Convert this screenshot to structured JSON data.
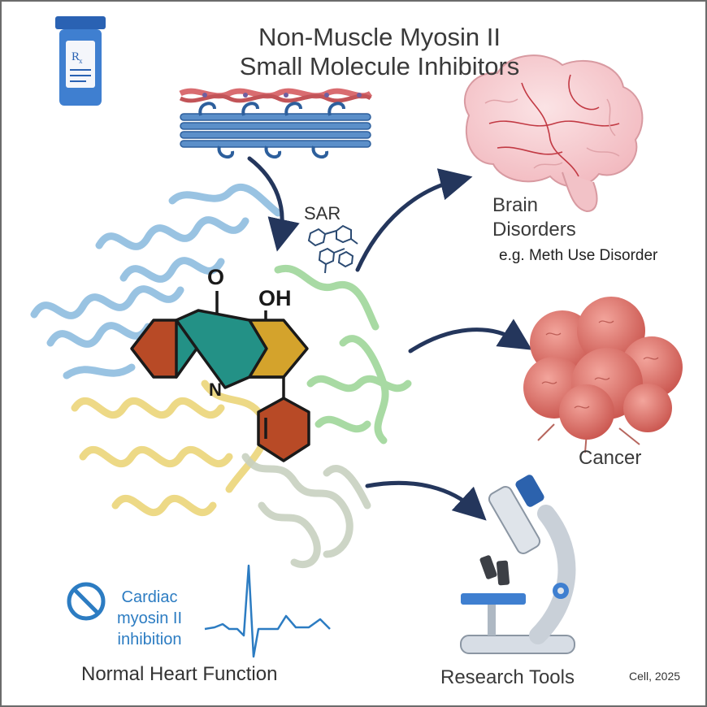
{
  "title": {
    "line1": "Non-Muscle Myosin II",
    "line2": "Small Molecule Inhibitors"
  },
  "sar_label": "SAR",
  "applications": {
    "brain": {
      "line1": "Brain",
      "line2": "Disorders",
      "example": "e.g. Meth Use Disorder"
    },
    "cancer": {
      "label": "Cancer"
    },
    "research": {
      "label": "Research Tools"
    }
  },
  "cardiac": {
    "line1": "Cardiac",
    "line2": "myosin II",
    "line3": "inhibition",
    "caption": "Normal Heart Function"
  },
  "molecule": {
    "oxo": "O",
    "hydroxyl": "OH",
    "nitrogen": "N"
  },
  "citation": "Cell, 2025",
  "icons": [
    "pill-bottle-icon",
    "myosin-filament-icon",
    "brain-icon",
    "tumor-icon",
    "microscope-icon",
    "no-sign-icon",
    "ecg-trace-icon"
  ],
  "colors": {
    "arrow": "#24365c",
    "cardiac_text": "#2c7cc2",
    "ring_orange": "#b84a26",
    "ring_teal": "#239186",
    "ring_gold": "#d4a32c",
    "protein_blue": "#8fbddf",
    "protein_yellow": "#ecd57a",
    "protein_green": "#9fd69a",
    "protein_gray": "#c8d1c0"
  }
}
